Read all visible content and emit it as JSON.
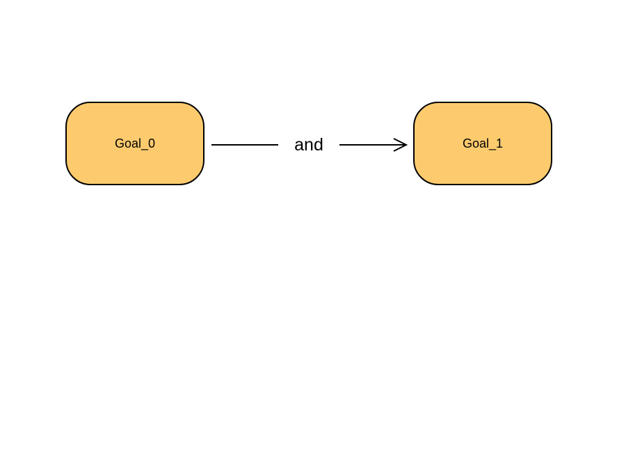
{
  "diagram": {
    "nodes": [
      {
        "id": "goal-0",
        "label": "Goal_0",
        "fill": "#FDCB6E",
        "stroke": "#000000"
      },
      {
        "id": "goal-1",
        "label": "Goal_1",
        "fill": "#FDCB6E",
        "stroke": "#000000"
      }
    ],
    "edges": [
      {
        "from": "Goal_0",
        "to": "Goal_1",
        "label": "and",
        "arrow": "open-arrow",
        "color": "#000000"
      }
    ]
  }
}
